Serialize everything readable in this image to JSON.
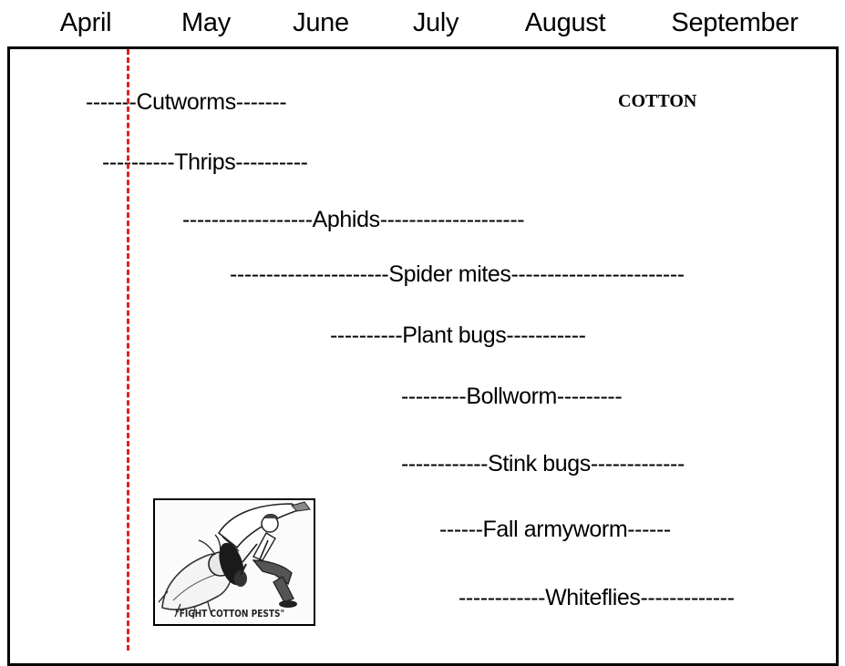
{
  "months": [
    "April",
    "May",
    "June",
    "July",
    "August",
    "September"
  ],
  "crop_label": "COTTON",
  "pests": [
    {
      "label": "-------Cutworms-------"
    },
    {
      "label": "----------Thrips----------"
    },
    {
      "label": "------------------Aphids--------------------"
    },
    {
      "label": "----------------------Spider mites------------------------"
    },
    {
      "label": "----------Plant bugs-----------"
    },
    {
      "label": "---------Bollworm---------"
    },
    {
      "label": "------------Stink bugs-------------"
    },
    {
      "label": "------Fall armyworm------"
    },
    {
      "label": "------------Whiteflies-------------"
    }
  ],
  "cartoon": {
    "caption": "\"FIGHT COTTON PESTS\""
  },
  "colors": {
    "planting_line": "#e02020",
    "frame": "#000000"
  }
}
